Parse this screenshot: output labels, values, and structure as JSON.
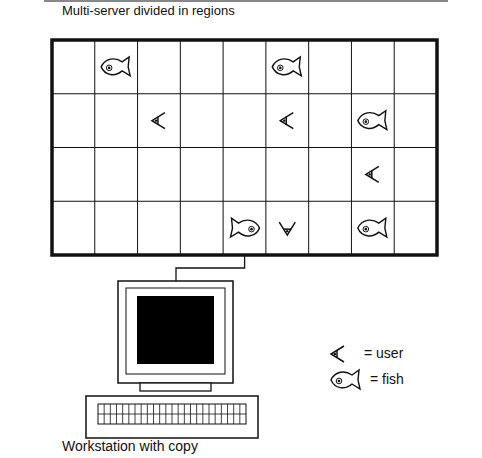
{
  "diagram": {
    "title": "Multi-server divided in regions",
    "labels": [
      "Workstation with copy"
    ],
    "legend": [
      {
        "text": "= user"
      },
      {
        "text": "= fish"
      }
    ]
  }
}
